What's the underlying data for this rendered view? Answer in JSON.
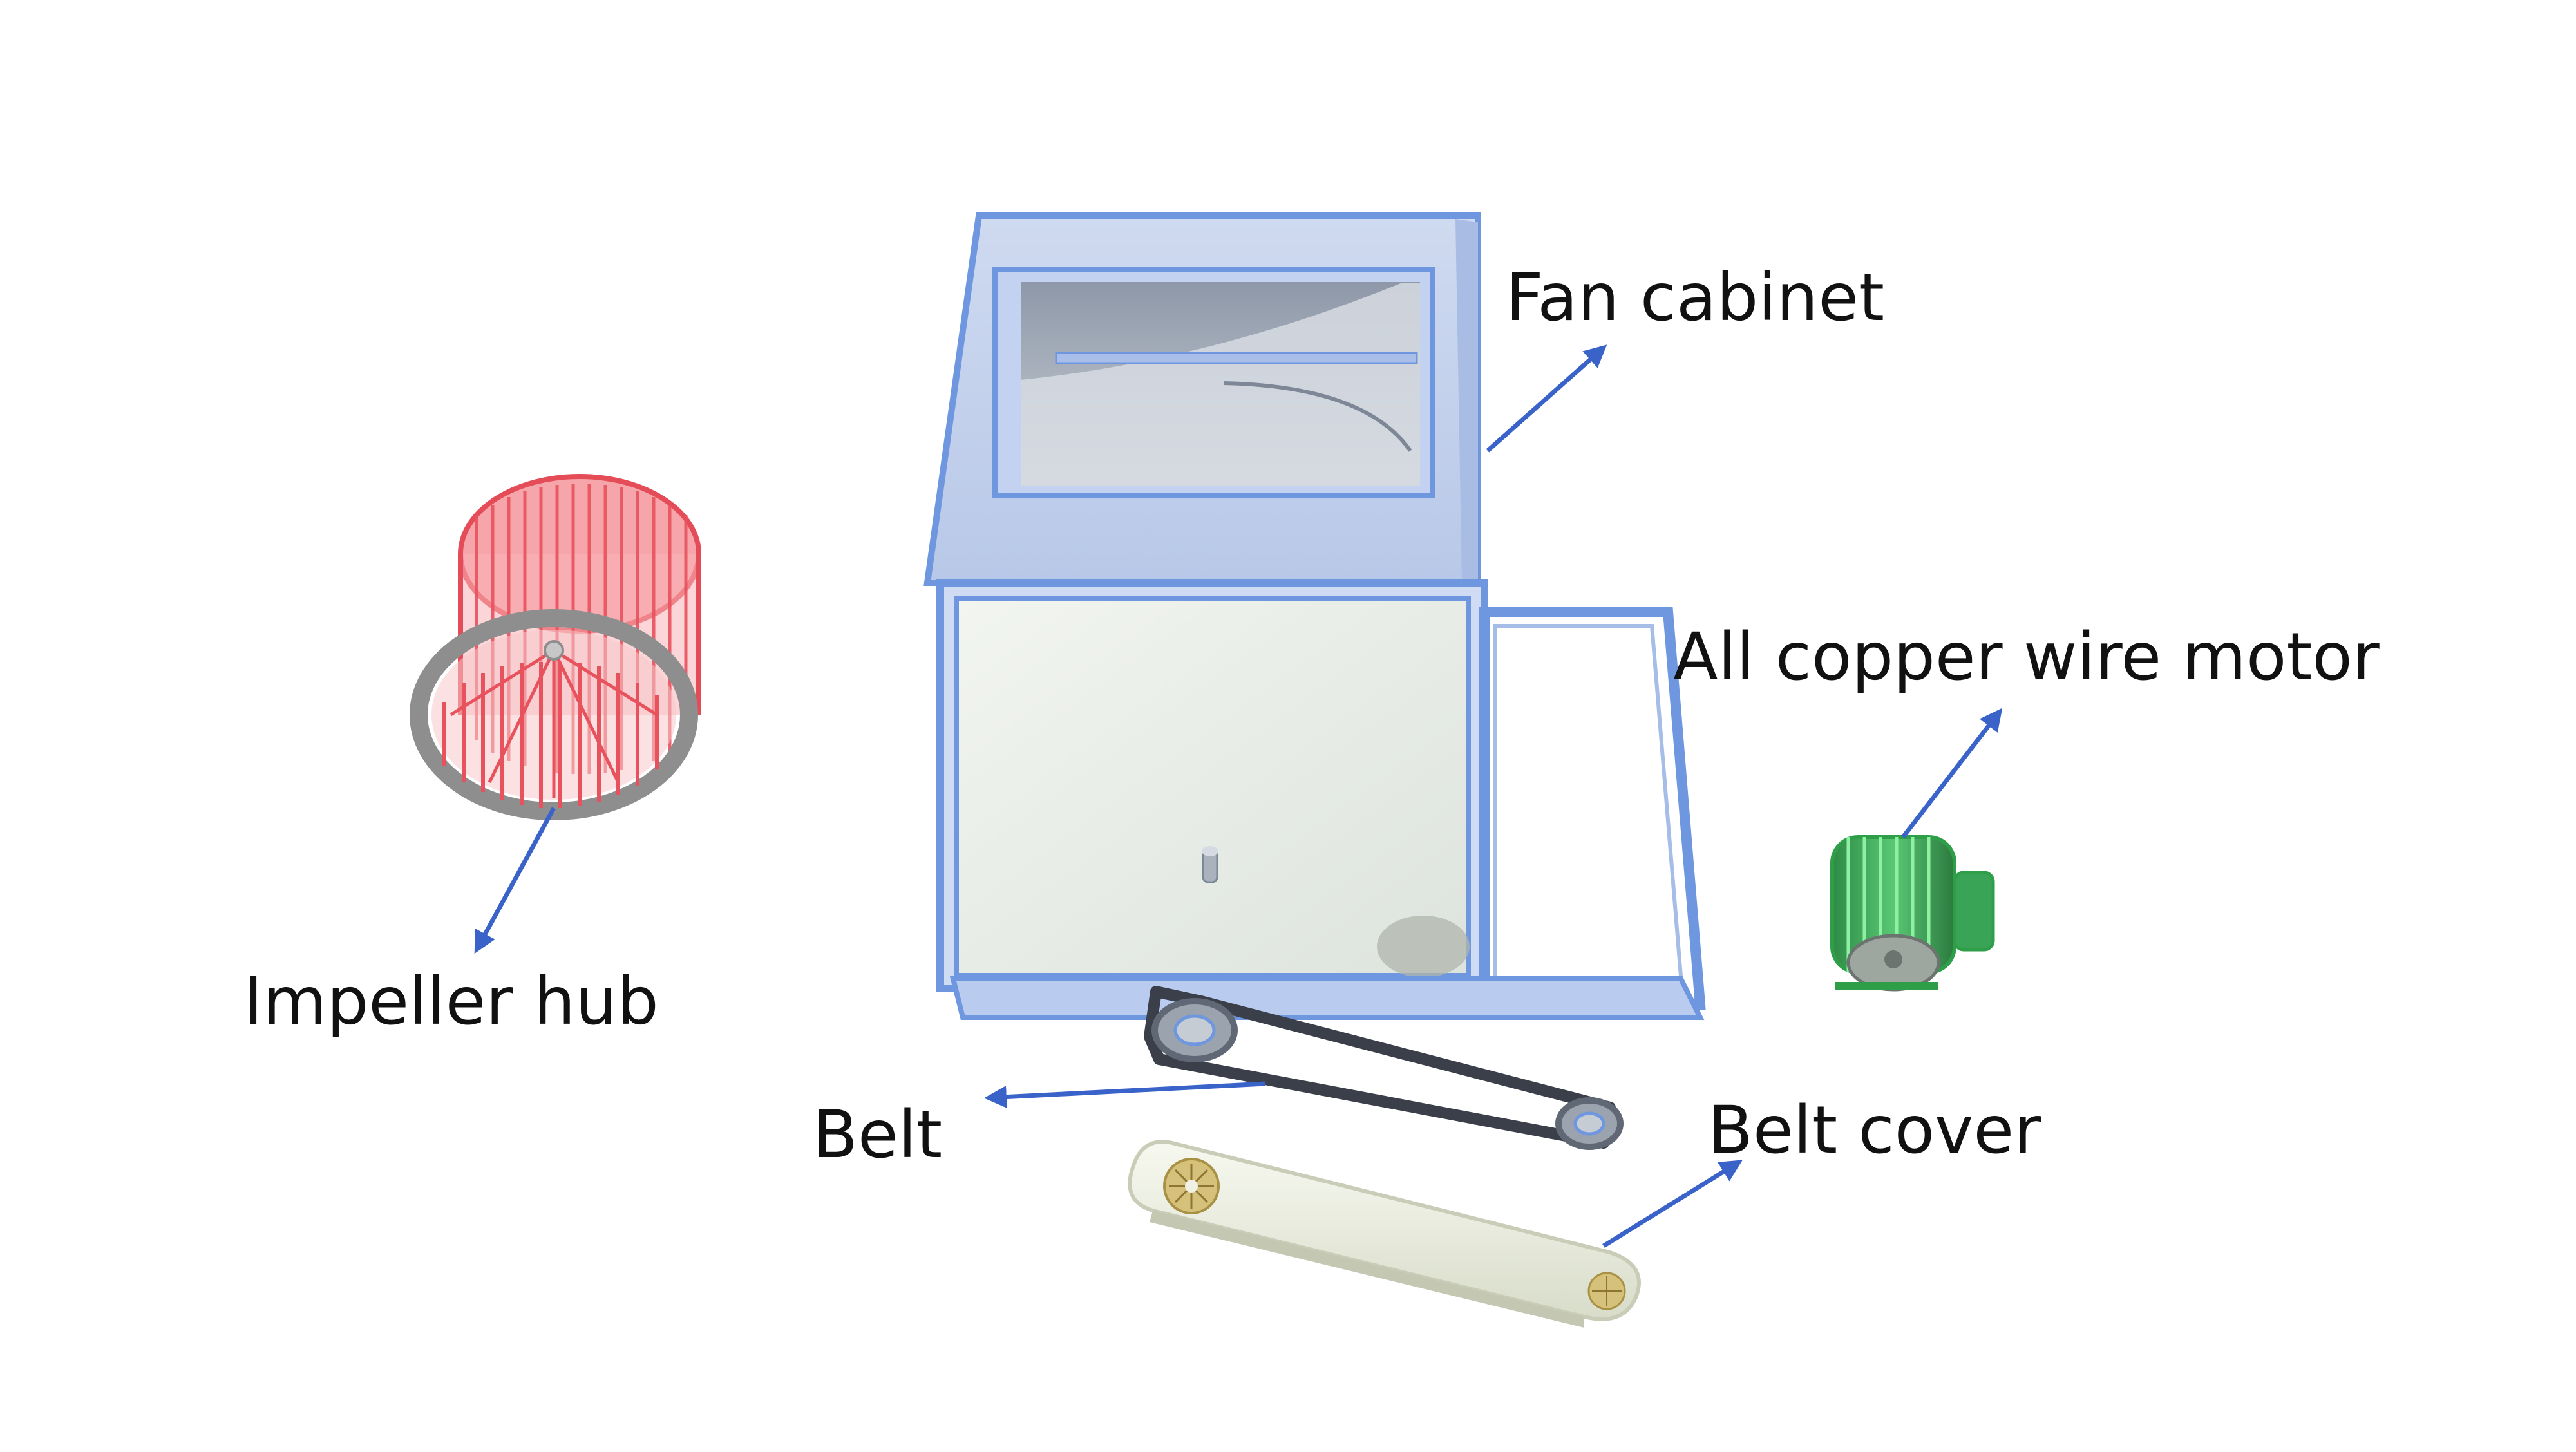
{
  "labels": {
    "fan_cabinet": "Fan cabinet",
    "motor": "All copper wire motor",
    "impeller_hub": "Impeller hub",
    "belt": "Belt",
    "belt_cover": "Belt cover"
  },
  "colors": {
    "arrow": "#3a63c9",
    "cabinet_frame": "#7aa0e6",
    "cabinet_panel": "#e9efe9",
    "impeller": "#f06a72",
    "motor": "#3bbf5a",
    "belt": "#3a3f4a",
    "belt_cover": "#eef2e4"
  },
  "icons": {
    "fan_cabinet": "fan-cabinet-illustration",
    "motor": "motor-illustration",
    "impeller_hub": "impeller-illustration",
    "belt": "belt-illustration",
    "belt_cover": "belt-cover-illustration"
  }
}
